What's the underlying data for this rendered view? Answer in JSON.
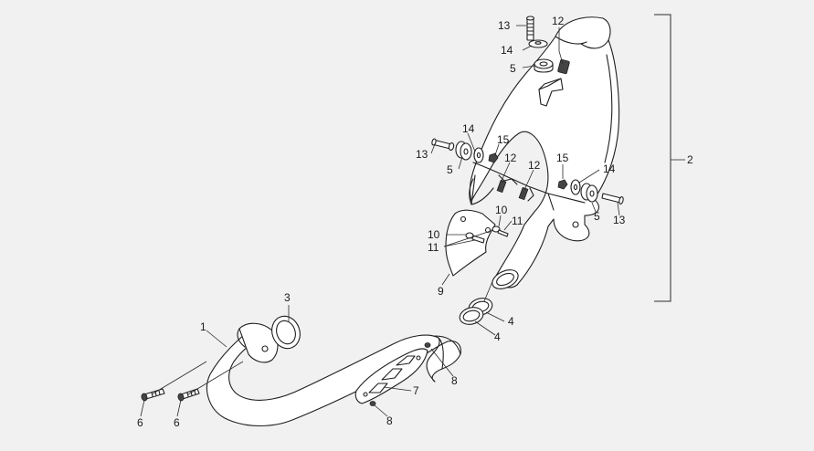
{
  "callouts": {
    "c1": "1",
    "c2": "2",
    "c3": "3",
    "c4a": "4",
    "c4b": "4",
    "c5a": "5",
    "c5b": "5",
    "c5c": "5",
    "c6a": "6",
    "c6b": "6",
    "c7": "7",
    "c8a": "8",
    "c8b": "8",
    "c9": "9",
    "c10a": "10",
    "c10b": "10",
    "c11a": "11",
    "c11b": "11",
    "c12a": "12",
    "c12b": "12",
    "c12c": "12",
    "c13a": "13",
    "c13b": "13",
    "c13c": "13",
    "c14a": "14",
    "c14b": "14",
    "c14c": "14",
    "c15a": "15",
    "c15b": "15"
  },
  "colors": {
    "background": "#f1f1f1",
    "line": "#1f1f1f"
  }
}
